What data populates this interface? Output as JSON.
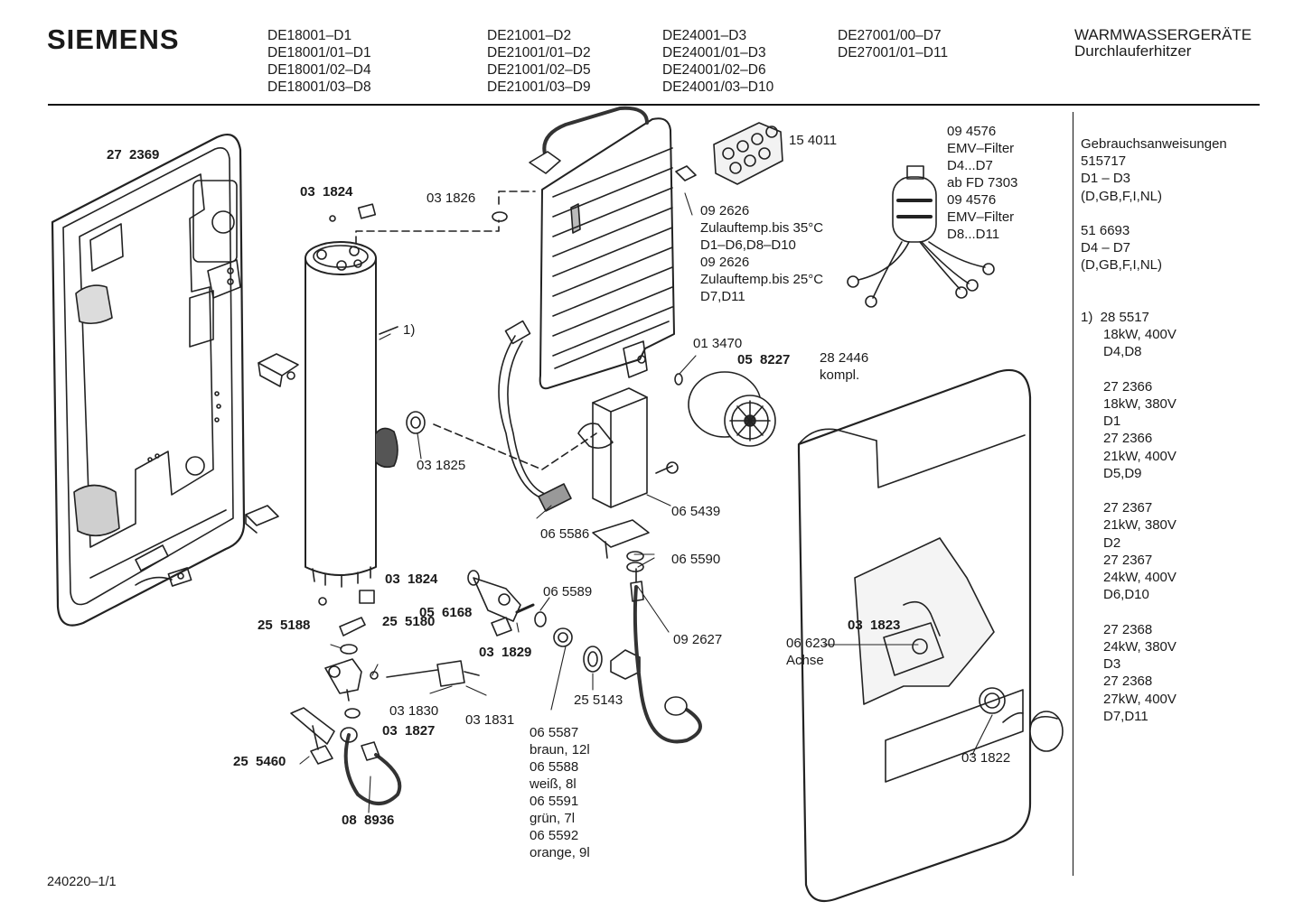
{
  "header": {
    "brand": "SIEMENS",
    "model_columns": [
      [
        "DE18001–D1",
        "DE18001/01–D1",
        "DE18001/02–D4",
        "DE18001/03–D8"
      ],
      [
        "DE21001–D2",
        "DE21001/01–D2",
        "DE21001/02–D5",
        "DE21001/03–D9"
      ],
      [
        "DE24001–D3",
        "DE24001/01–D3",
        "DE24001/02–D6",
        "DE24001/03–D10"
      ],
      [
        "DE27001/00–D7",
        "DE27001/01–D11"
      ]
    ],
    "category": "WARMWASSERGERÄTE",
    "subcategory": "Durchlauferhitzer"
  },
  "sidebar": {
    "text": "Gebrauchsanweisungen\n515717\nD1 – D3\n(D,GB,F,I,NL)\n\n51 6693\nD4 – D7\n(D,GB,F,I,NL)\n\n\n1)  28 5517\n      18kW, 400V\n      D4,D8\n\n      27 2366\n      18kW, 380V\n      D1\n      27 2366\n      21kW, 400V\n      D5,D9\n\n      27 2367\n      21kW, 380V\n      D2\n      27 2367\n      24kW, 400V\n      D6,D10\n\n      27 2368\n      24kW, 380V\n      D3\n      27 2368\n      27kW, 400V\n      D7,D11"
  },
  "footer": "240220–1/1",
  "parts": {
    "p272369": "27  2369",
    "p031824a": "03  1824",
    "p031826": "03 1826",
    "p154011": "15 4011",
    "p094576": "09 4576\nEMV–Filter\nD4...D7\nab FD 7303\n09 4576\nEMV–Filter\nD8...D11",
    "p092626": "09 2626\nZulauftemp.bis 35°C\nD1–D6,D8–D10\n09 2626\nZulauftemp.bis 25°C\nD7,D11",
    "p1": "1)",
    "p013470": "01 3470",
    "p058227": "05  8227",
    "p282446": "28 2446\nkompl.",
    "p031825": "03 1825",
    "p065586": "06 5586",
    "p065439": "06 5439",
    "p065590": "06 5590",
    "p031824b": "03  1824",
    "p056168": "05  6168",
    "p065589": "06 5589",
    "p031829": "03  1829",
    "p092627": "09 2627",
    "p255188": "25  5188",
    "p255180": "25  5180",
    "p031830": "03 1830",
    "p031831": "03 1831",
    "p255143": "25 5143",
    "p031827": "03  1827",
    "p255460": "25  5460",
    "p088936": "08  8936",
    "p065587": "06 5587\nbraun, 12l\n06 5588\nweiß, 8l\n06 5591\ngrün, 7l\n06 5592\norange, 9l",
    "p031823": "03  1823",
    "p066230": "06 6230\nAchse",
    "p031822": "03 1822"
  }
}
